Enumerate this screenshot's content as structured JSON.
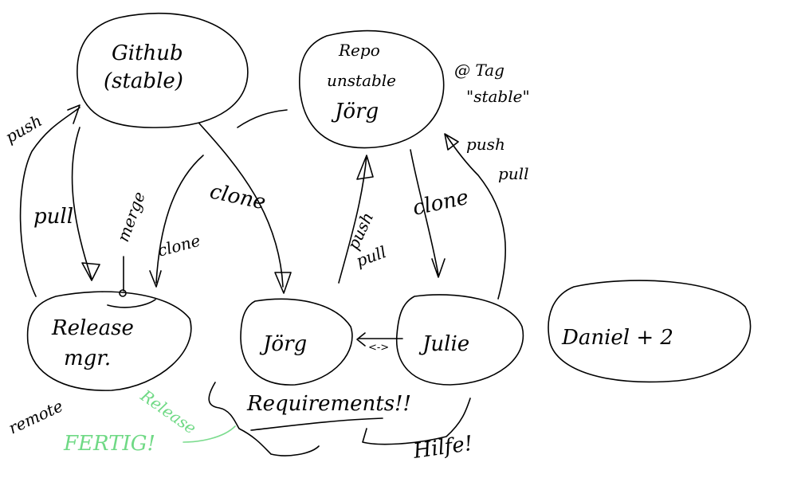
{
  "nodes": {
    "github": {
      "line1": "Github",
      "line2": "(stable)"
    },
    "repo": {
      "line1": "Repo",
      "line2": "unstable",
      "line3": "Jörg"
    },
    "release_mgr": {
      "line1": "Release",
      "line2": "mgr."
    },
    "joerg": {
      "label": "Jörg"
    },
    "julie": {
      "label": "Julie"
    },
    "daniel": {
      "label": "Daniel + 2"
    }
  },
  "tag": {
    "line1": "@ Tag",
    "line2": "\"stable\""
  },
  "edges": {
    "release_push": "push",
    "github_pull": "pull",
    "merge": "merge",
    "release_clone": "clone",
    "github_clone": "clone",
    "joerg_push": "push",
    "joerg_pull": "pull",
    "julie_clone": "clone",
    "julie_push": "push",
    "julie_pull": "pull",
    "joerg_julie": "<->"
  },
  "notes": {
    "remote": "remote",
    "requirements": "Requirements!!",
    "hilfe": "Hilfe!",
    "release_fertig_1": "Release",
    "release_fertig_2": "FERTIG!"
  },
  "colors": {
    "ink": "#000000",
    "highlight": "#7ddc8f"
  }
}
